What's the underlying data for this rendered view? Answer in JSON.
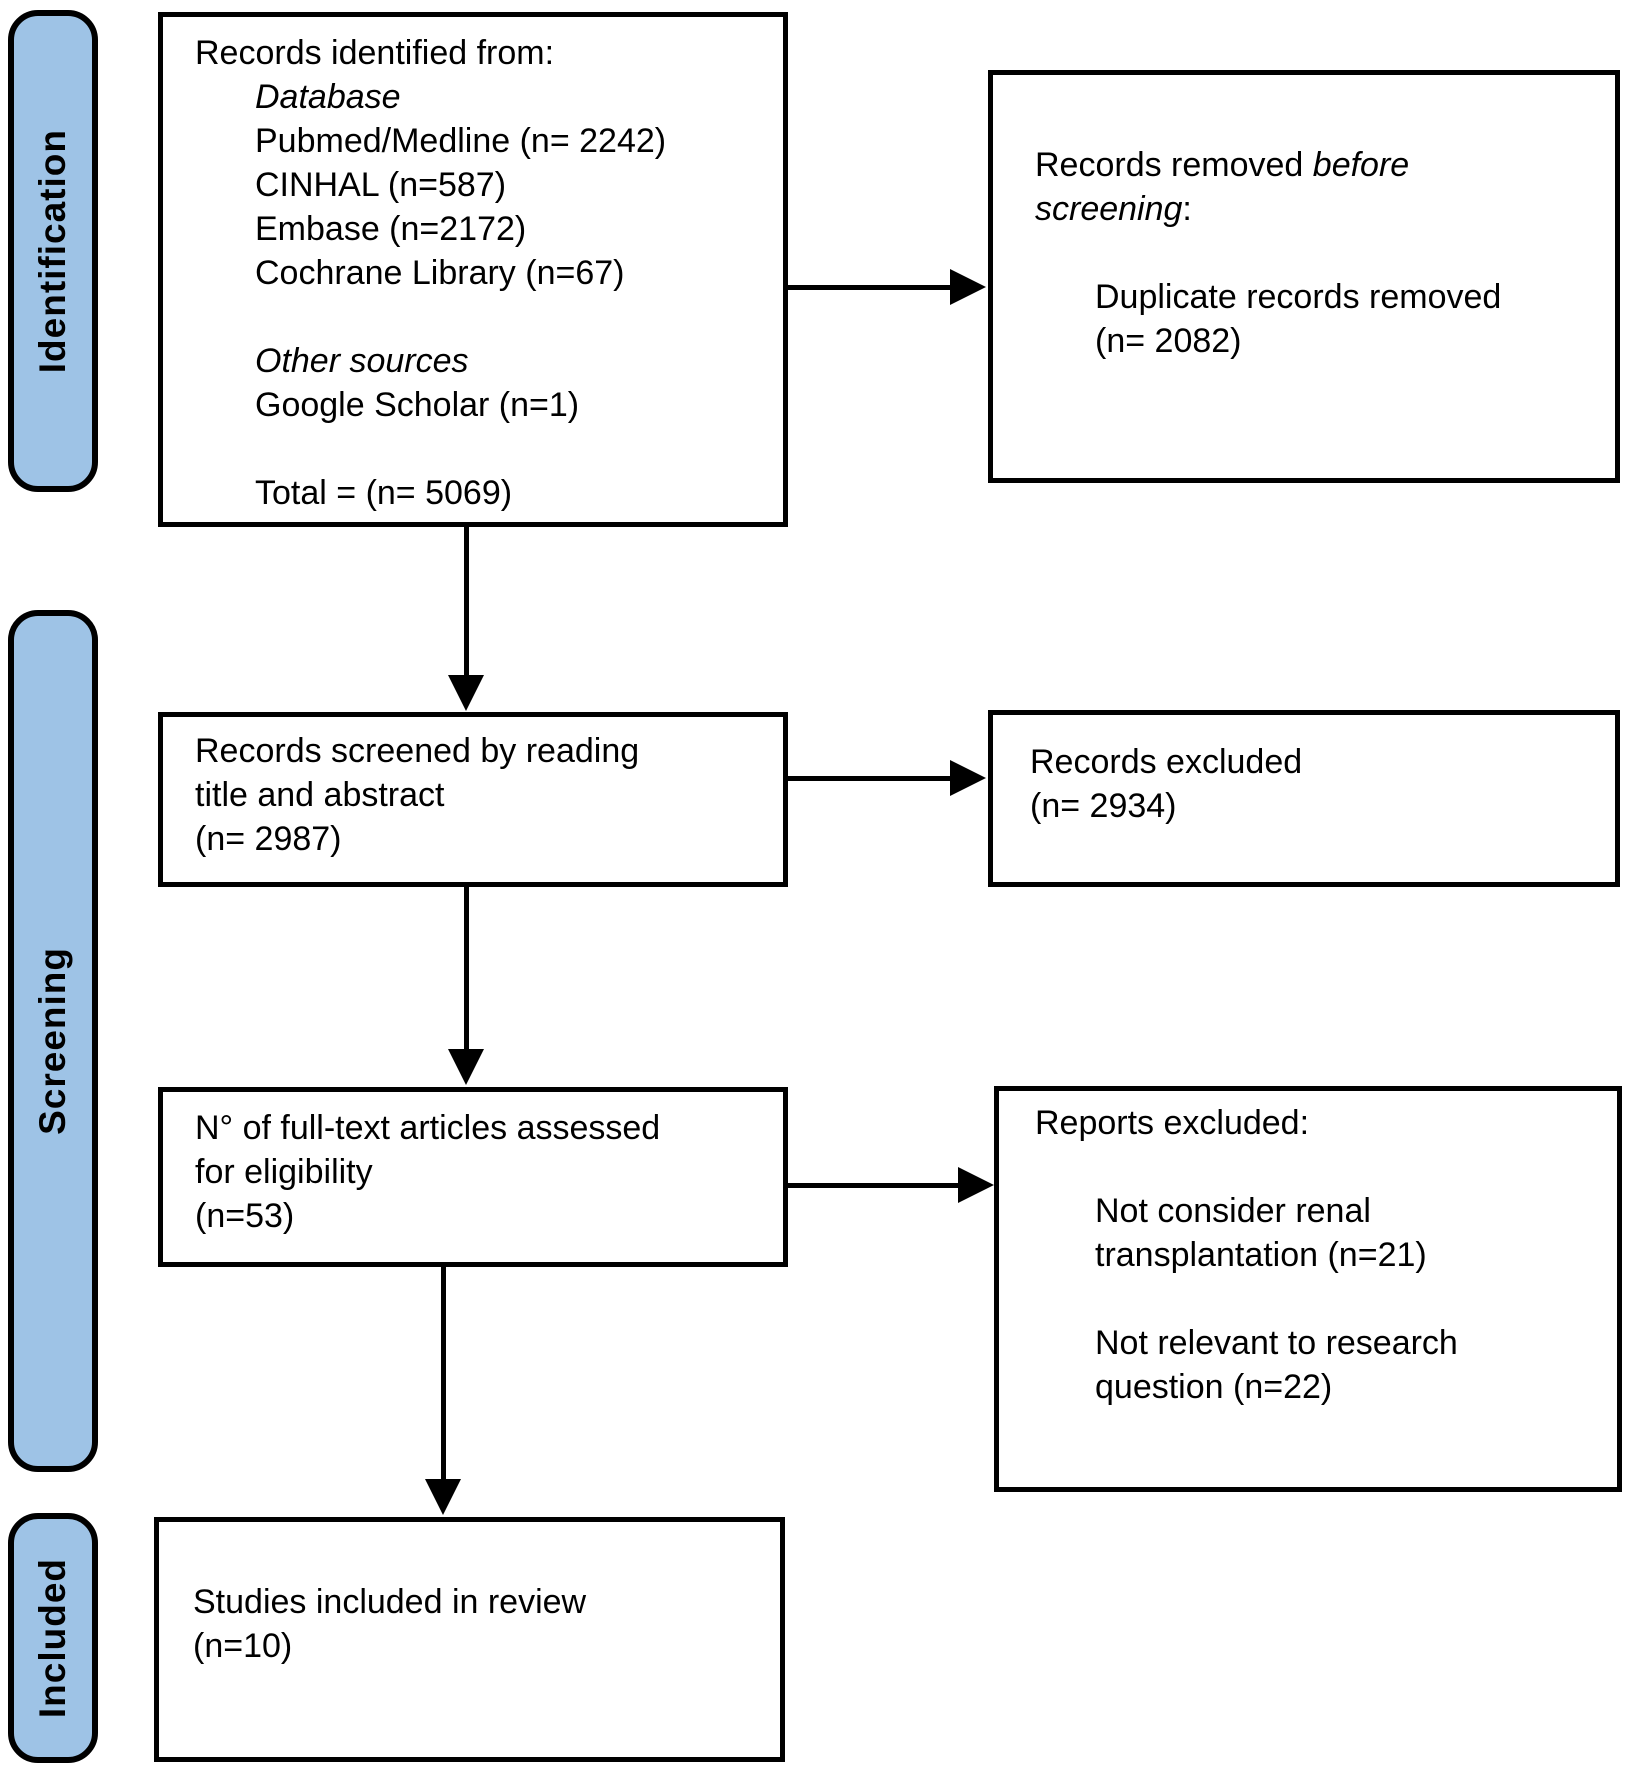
{
  "figure": {
    "kind": "PRISMA flow diagram",
    "colors": {
      "stage_fill": "#9EC3E6",
      "line_color": "#000000",
      "box_fill": "#FFFFFF"
    }
  },
  "stages": {
    "identification": "Identification",
    "screening": "Screening",
    "included": "Included"
  },
  "boxes": {
    "identified": {
      "heading": "Records identified from:",
      "database_label": "Database",
      "database_items": [
        "Pubmed/Medline (n= 2242)",
        "CINHAL (n=587)",
        "Embase (n=2172)",
        "Cochrane Library (n=67)"
      ],
      "other_label": "Other sources",
      "other_items": [
        "Google Scholar (n=1)"
      ],
      "total": "Total = (n= 5069)"
    },
    "removed": {
      "heading_normal": "Records removed",
      "heading_italic_1": "before",
      "heading_italic_2": "screening",
      "heading_colon": ":",
      "detail_lines": [
        "Duplicate records removed",
        "(n= 2082)"
      ]
    },
    "screened": {
      "lines": [
        "Records screened by reading",
        "title and abstract",
        "(n= 2987)"
      ]
    },
    "excluded": {
      "lines": [
        "Records excluded",
        "(n= 2934)"
      ]
    },
    "fulltext": {
      "lines": [
        "N° of full-text articles assessed",
        "for eligibility",
        "(n=53)"
      ]
    },
    "reports": {
      "heading": "Reports excluded:",
      "reason_1_lines": [
        "Not consider renal",
        "transplantation (n=21)"
      ],
      "reason_2_lines": [
        "Not relevant to research",
        "question (n=22)"
      ]
    },
    "included_box": {
      "lines": [
        "Studies included in review",
        "(n=10)"
      ]
    }
  }
}
